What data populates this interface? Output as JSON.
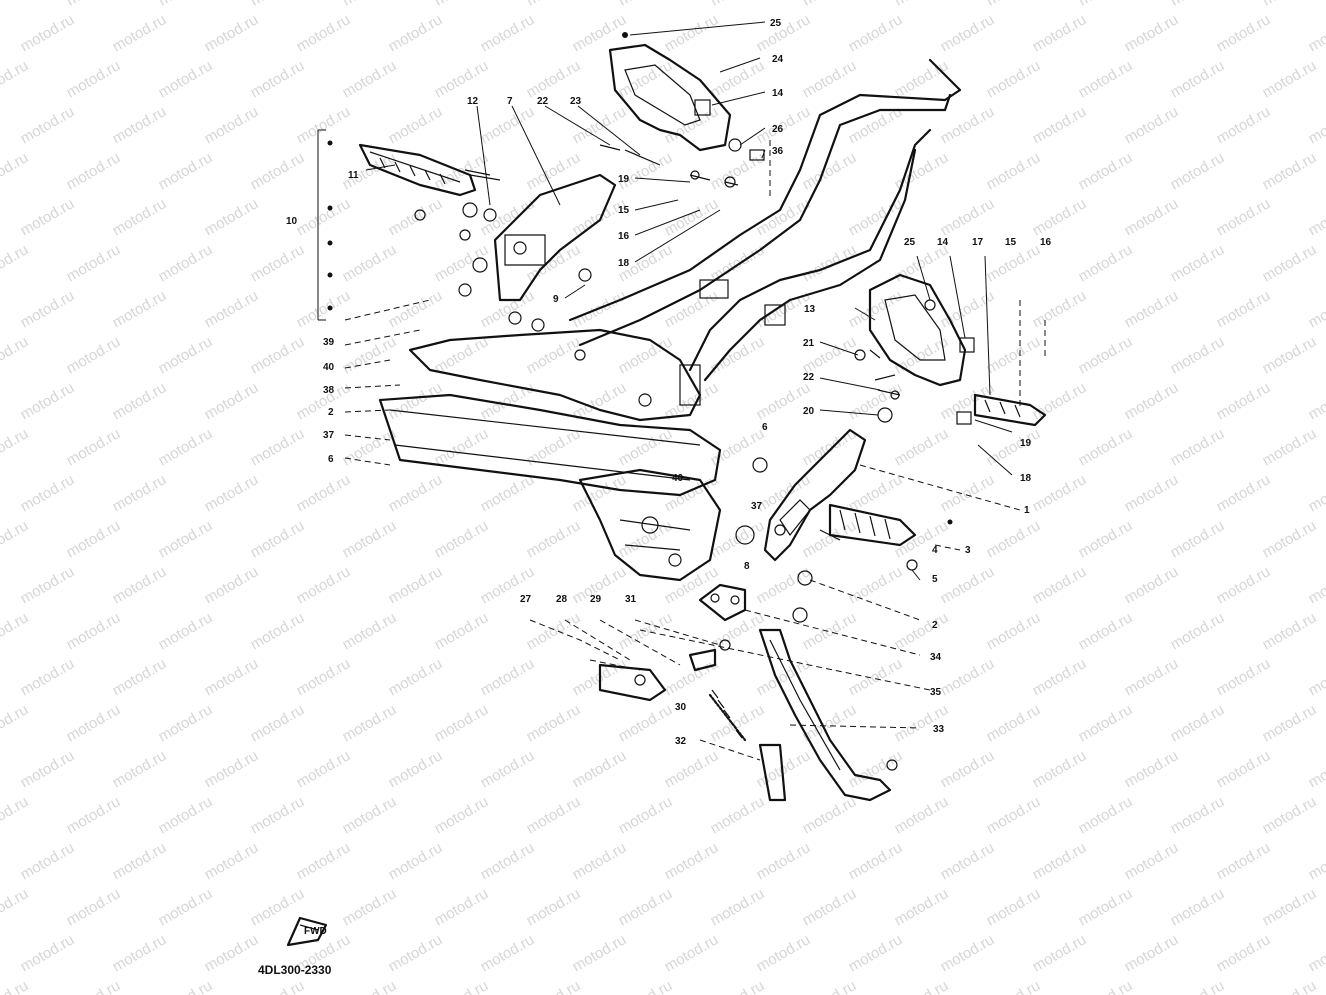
{
  "watermark": {
    "text": "motod.ru",
    "color": "#d6d6d6"
  },
  "diagram_code": "4DL300-2330",
  "fwd_label": "FWD",
  "callouts": [
    {
      "id": "c25a",
      "text": "25"
    },
    {
      "id": "c24",
      "text": "24"
    },
    {
      "id": "c14a",
      "text": "14"
    },
    {
      "id": "c26",
      "text": "26"
    },
    {
      "id": "c36",
      "text": "36"
    },
    {
      "id": "c12",
      "text": "12"
    },
    {
      "id": "c7",
      "text": "7"
    },
    {
      "id": "c22a",
      "text": "22"
    },
    {
      "id": "c23",
      "text": "23"
    },
    {
      "id": "c11",
      "text": "11"
    },
    {
      "id": "c10",
      "text": "10"
    },
    {
      "id": "c19a",
      "text": "19"
    },
    {
      "id": "c15a",
      "text": "15"
    },
    {
      "id": "c16a",
      "text": "16"
    },
    {
      "id": "c18a",
      "text": "18"
    },
    {
      "id": "c9",
      "text": "9"
    },
    {
      "id": "c39",
      "text": "39"
    },
    {
      "id": "c40a",
      "text": "40"
    },
    {
      "id": "c38",
      "text": "38"
    },
    {
      "id": "c2a",
      "text": "2"
    },
    {
      "id": "c37a",
      "text": "37"
    },
    {
      "id": "c6a",
      "text": "6"
    },
    {
      "id": "c25b",
      "text": "25"
    },
    {
      "id": "c14b",
      "text": "14"
    },
    {
      "id": "c17",
      "text": "17"
    },
    {
      "id": "c15b",
      "text": "15"
    },
    {
      "id": "c16b",
      "text": "16"
    },
    {
      "id": "c13",
      "text": "13"
    },
    {
      "id": "c21",
      "text": "21"
    },
    {
      "id": "c22b",
      "text": "22"
    },
    {
      "id": "c20",
      "text": "20"
    },
    {
      "id": "c19b",
      "text": "19"
    },
    {
      "id": "c18b",
      "text": "18"
    },
    {
      "id": "c1",
      "text": "1"
    },
    {
      "id": "c6b",
      "text": "6"
    },
    {
      "id": "c37b",
      "text": "37"
    },
    {
      "id": "c40b",
      "text": "40"
    },
    {
      "id": "c8",
      "text": "8"
    },
    {
      "id": "c4",
      "text": "4"
    },
    {
      "id": "c3",
      "text": "3"
    },
    {
      "id": "c5",
      "text": "5"
    },
    {
      "id": "c2b",
      "text": "2"
    },
    {
      "id": "c27",
      "text": "27"
    },
    {
      "id": "c28",
      "text": "28"
    },
    {
      "id": "c29",
      "text": "29"
    },
    {
      "id": "c31",
      "text": "31"
    },
    {
      "id": "c34",
      "text": "34"
    },
    {
      "id": "c35",
      "text": "35"
    },
    {
      "id": "c30",
      "text": "30"
    },
    {
      "id": "c33",
      "text": "33"
    },
    {
      "id": "c32",
      "text": "32"
    }
  ]
}
